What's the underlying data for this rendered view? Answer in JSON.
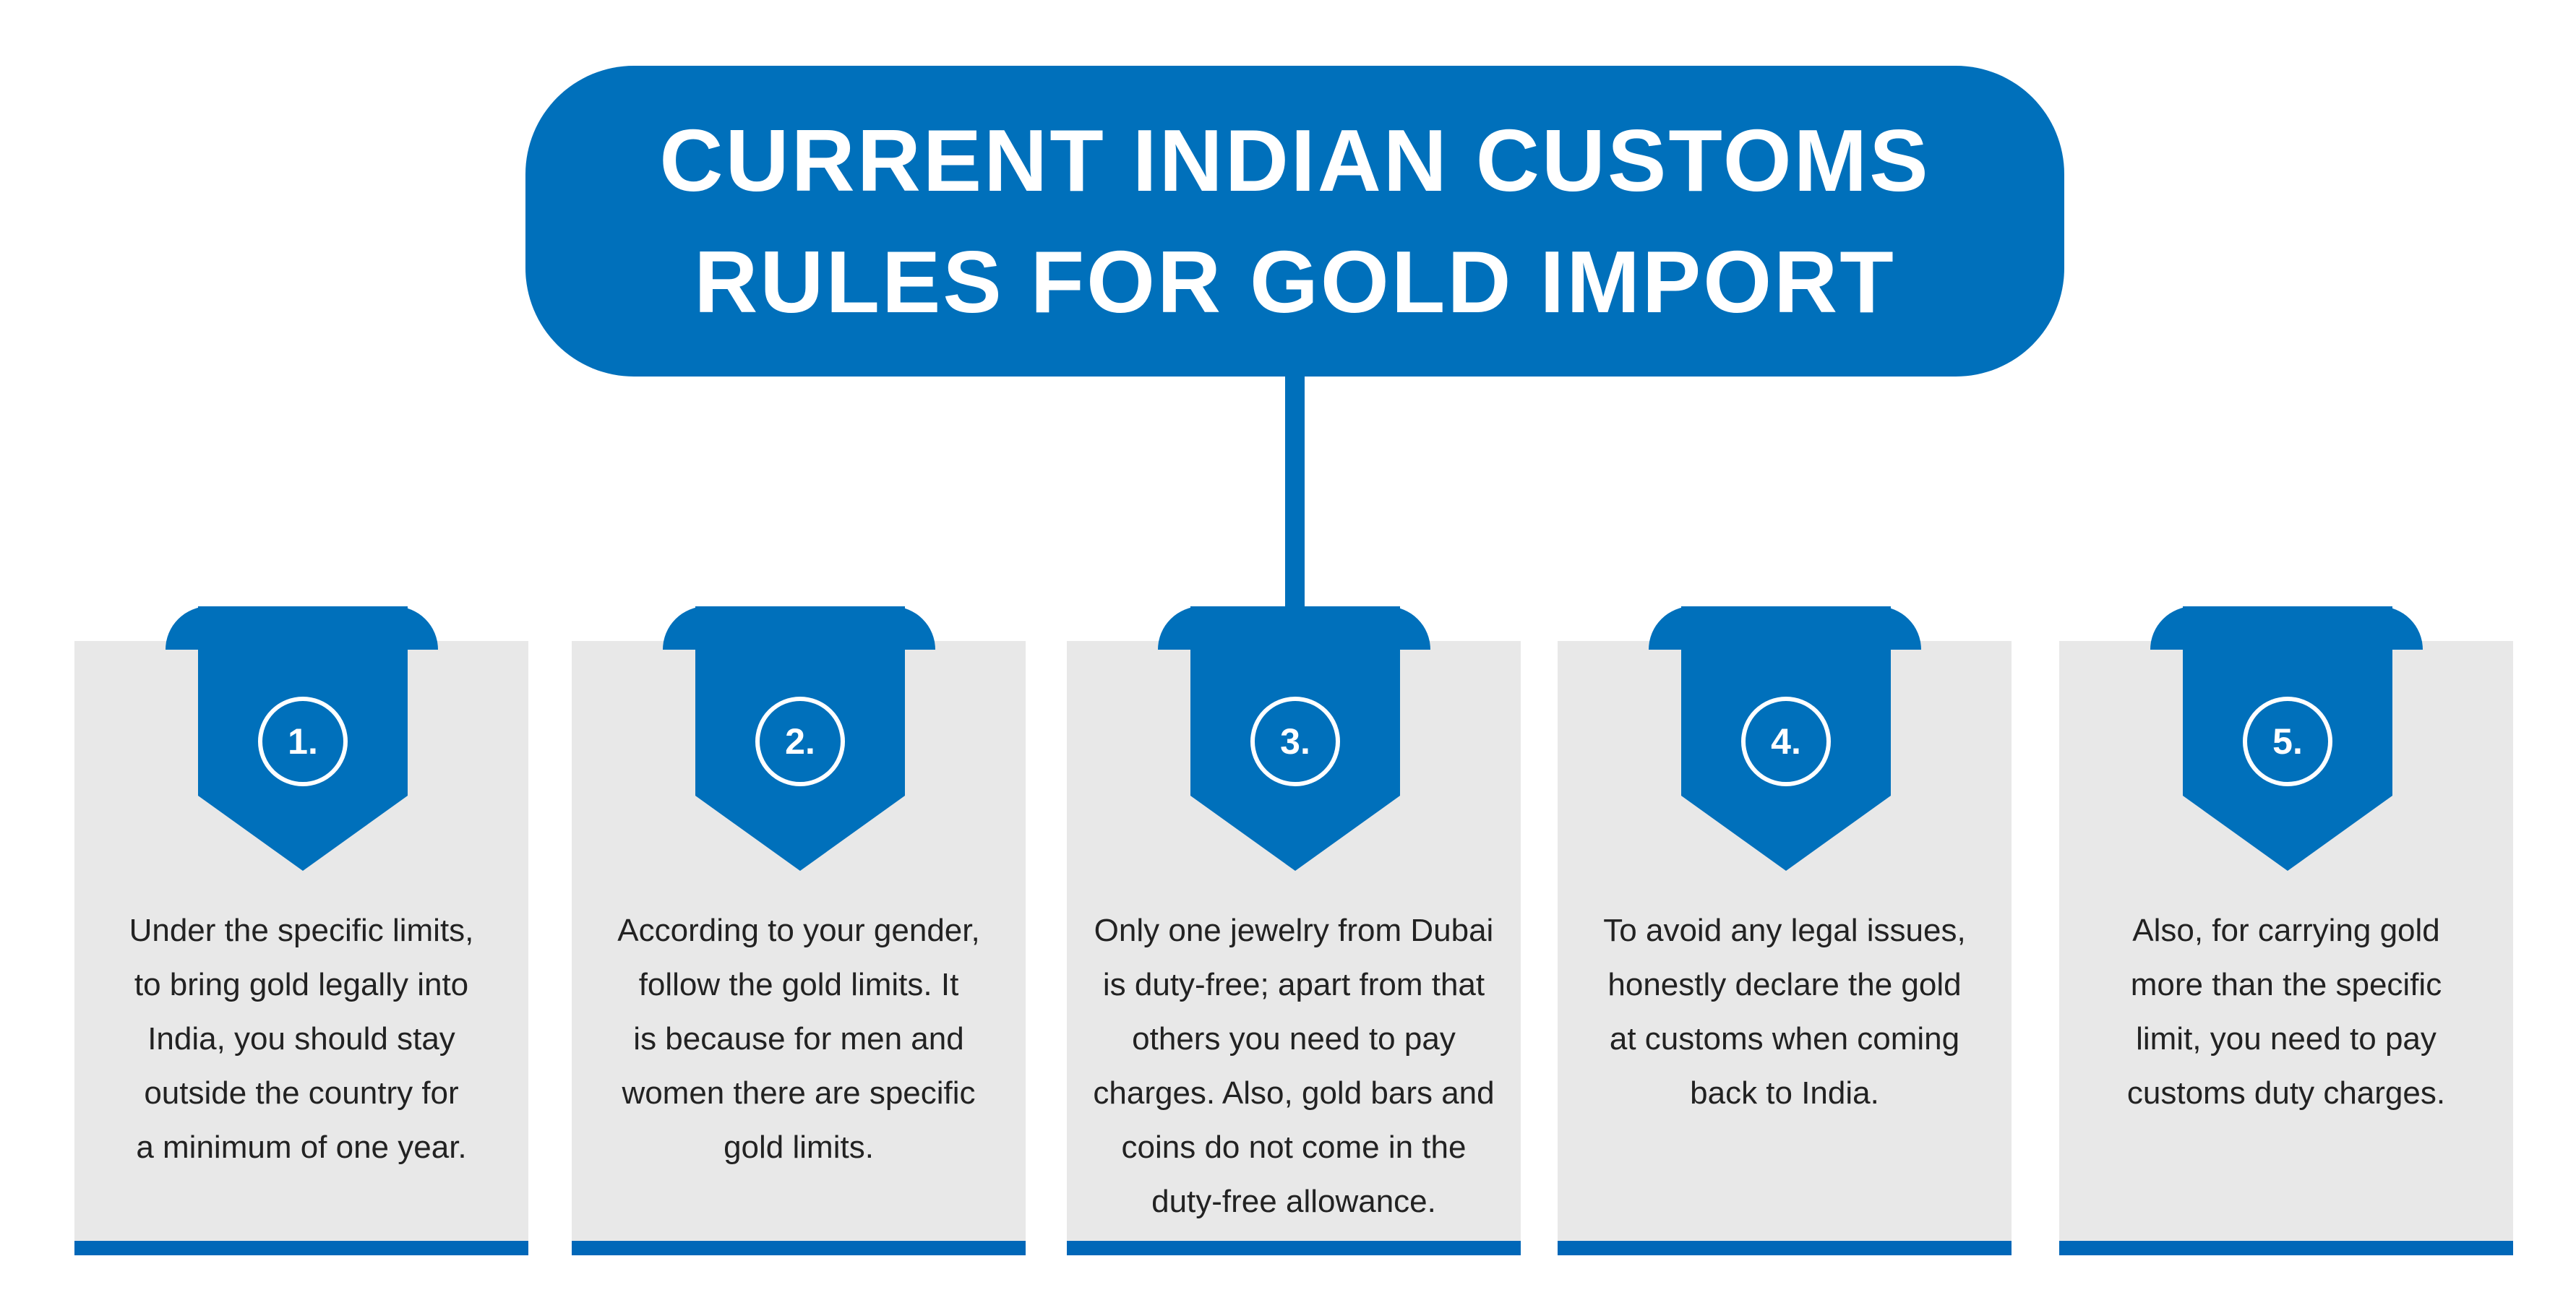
{
  "title": {
    "line1": "CURRENT INDIAN CUSTOMS",
    "line2": "RULES FOR GOLD IMPORT"
  },
  "colors": {
    "primary": "#0070bb",
    "card": "#e8e8e8",
    "text": "#222222"
  },
  "cards": [
    {
      "number": "1.",
      "text": "Under the specific limits,\nto bring gold legally into\nIndia, you should stay\noutside the country for\na minimum of one year."
    },
    {
      "number": "2.",
      "text": "According to your gender,\nfollow the gold limits. It\nis because for men and\nwomen there are specific\ngold limits."
    },
    {
      "number": "3.",
      "text": "Only one jewelry from Dubai\nis duty-free; apart from that\nothers you need to pay\ncharges. Also, gold bars and\ncoins do not come in the\nduty-free allowance."
    },
    {
      "number": "4.",
      "text": "To avoid any legal issues,\nhonestly declare the gold\nat customs when coming\nback to India."
    },
    {
      "number": "5.",
      "text": "Also, for carrying gold\nmore than the specific\nlimit, you need  to pay\ncustoms duty charges."
    }
  ]
}
